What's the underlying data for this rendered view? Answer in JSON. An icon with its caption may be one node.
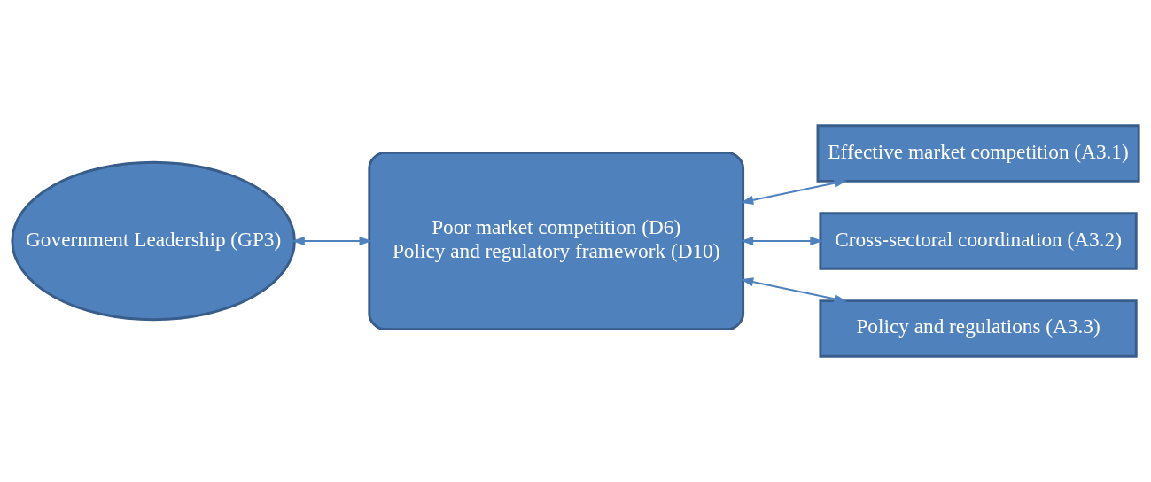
{
  "diagram": {
    "nodes": [
      {
        "text": [
          "Government Leadership (GP3)"
        ]
      },
      {
        "text": [
          "Poor market competition (D6)",
          "Policy and regulatory framework (D10)"
        ]
      },
      {
        "text": [
          "Effective market competition (A3.1)"
        ]
      },
      {
        "text": [
          "Cross-sectoral coordination (A3.2)"
        ]
      },
      {
        "text": [
          "Policy and regulations (A3.3)"
        ]
      }
    ],
    "edges": [
      {
        "from": 0,
        "to": 1,
        "arrow": "both"
      },
      {
        "from": 1,
        "to": 2,
        "arrow": "both"
      },
      {
        "from": 1,
        "to": 3,
        "arrow": "both"
      },
      {
        "from": 1,
        "to": 4,
        "arrow": "both"
      }
    ]
  }
}
